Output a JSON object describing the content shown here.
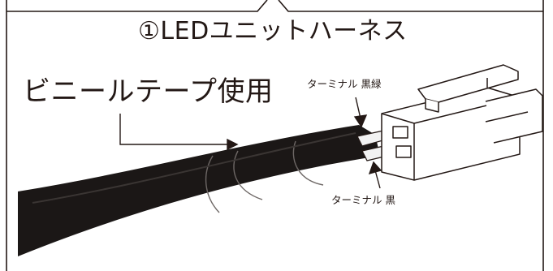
{
  "title": "①LEDユニットハーネス",
  "vinyl_tape_label": "ビニールテープ使用",
  "terminals": {
    "upper": "ターミナル 黒緑",
    "lower": "ターミナル 黒"
  },
  "colors": {
    "frame": "#231815",
    "cable": "#1b1716",
    "tape_line": "#6a6361",
    "wire_tip": "#f2f2f2"
  }
}
